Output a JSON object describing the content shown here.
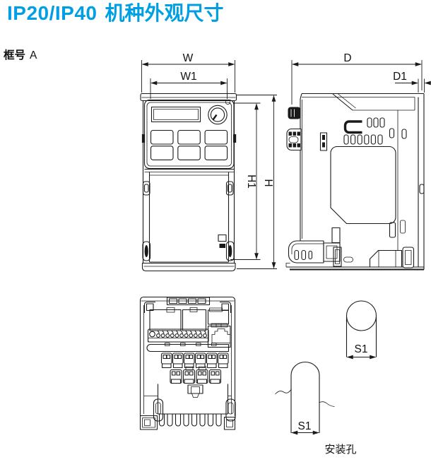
{
  "header": {
    "title_en": "IP20/IP40",
    "title_zh": "机种外观尺寸"
  },
  "frame_label": {
    "prefix": "框号",
    "value": "A"
  },
  "colors": {
    "accent": "#009FE3",
    "line": "#1A1A1A",
    "background": "#FFFFFF"
  },
  "views": {
    "front": {
      "name": "front-view",
      "dims": {
        "w": "W",
        "w1": "W1",
        "h": "H",
        "h1": "H1"
      }
    },
    "side": {
      "name": "side-view",
      "dims": {
        "d": "D",
        "d1": "D1"
      }
    },
    "bottom": {
      "name": "bottom-view"
    },
    "mounting": {
      "name": "mounting-holes",
      "s1_keyhole": "S1",
      "s1_notch": "S1",
      "caption": "安装孔"
    }
  }
}
